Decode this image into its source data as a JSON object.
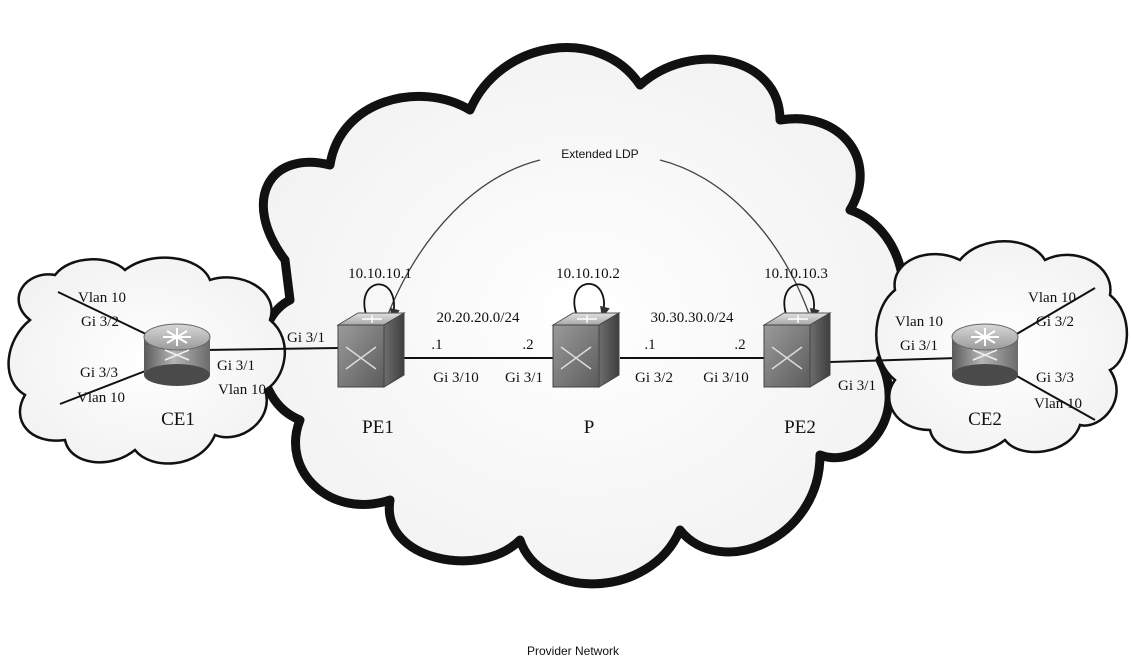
{
  "diagram": {
    "annotations": {
      "extended_ldp": "Extended LDP",
      "provider_network": "Provider Network"
    },
    "nodes": {
      "ce1": "CE1",
      "pe1": "PE1",
      "p": "P",
      "pe2": "PE2",
      "ce2": "CE2"
    },
    "loopbacks": {
      "pe1": "10.10.10.1",
      "p": "10.10.10.2",
      "pe2": "10.10.10.3"
    },
    "subnets": {
      "pe1_p": "20.20.20.0/24",
      "p_pe2": "30.30.30.0/24"
    },
    "host_ids": {
      "pe1_side": ".1",
      "p_side_left": ".2",
      "p_side_right": ".1",
      "pe2_side": ".2"
    },
    "ce1": {
      "vlan_top": "Vlan 10",
      "port_top": "Gi 3/2",
      "port_bottom": "Gi 3/3",
      "vlan_bottom": "Vlan 10",
      "uplink_port": "Gi 3/1",
      "uplink_vlan": "Vlan 10"
    },
    "pe1": {
      "ce_port": "Gi 3/1",
      "core_port": "Gi 3/10"
    },
    "p": {
      "left_port": "Gi 3/1",
      "right_port": "Gi 3/2"
    },
    "pe2": {
      "core_port": "Gi 3/10",
      "ce_port": "Gi 3/1"
    },
    "ce2": {
      "uplink_vlan": "Vlan 10",
      "uplink_port": "Gi 3/1",
      "vlan_top": "Vlan 10",
      "port_top": "Gi 3/2",
      "port_bottom": "Gi 3/3",
      "vlan_bottom": "Vlan 10"
    }
  }
}
